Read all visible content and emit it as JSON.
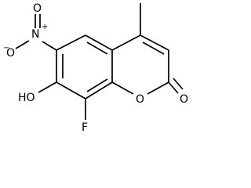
{
  "molecule": {
    "labels": {
      "nitro_n": "N",
      "nitro_o_top": "O",
      "nitro_o_left": "O",
      "nitro_n_charge": "+",
      "nitro_o_left_charge": "−",
      "hydroxyl": "HO",
      "fluorine": "F",
      "ring_oxygen": "O",
      "carbonyl_oxygen": "O"
    },
    "colors": {
      "bond": "#000000",
      "label": "#000000",
      "background": "#ffffff"
    }
  }
}
